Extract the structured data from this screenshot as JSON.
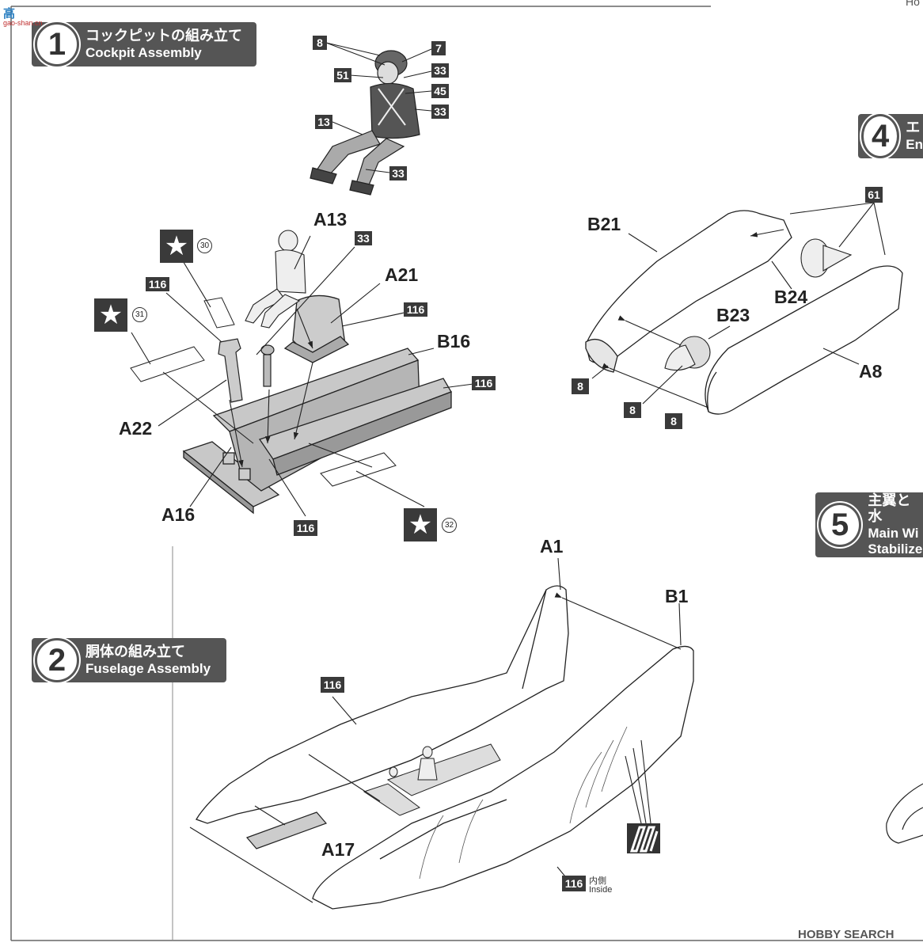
{
  "steps": [
    {
      "num": "1",
      "jp": "コックピットの組み立て",
      "en": "Cockpit Assembly"
    },
    {
      "num": "2",
      "jp": "胴体の組み立て",
      "en": "Fuselage Assembly"
    },
    {
      "num": "4",
      "jp": "エ",
      "en": "En"
    },
    {
      "num": "5",
      "jp": "主翼と水",
      "en": "Main Wi",
      "en2": "Stabilize"
    }
  ],
  "parts": {
    "a13": "A13",
    "a21": "A21",
    "b16": "B16",
    "a22": "A22",
    "a16": "A16",
    "a1": "A1",
    "b1": "B1",
    "a17": "A17",
    "b21": "B21",
    "b23": "B23",
    "b24": "B24",
    "a8": "A8"
  },
  "paint_codes": {
    "p8": "8",
    "p7": "7",
    "p51": "51",
    "p33a": "33",
    "p45": "45",
    "p33b": "33",
    "p13": "13",
    "p33c": "33",
    "p33d": "33",
    "p116a": "116",
    "p116b": "116",
    "p116c": "116",
    "p116d": "116",
    "p116e": "116",
    "p116f": "116",
    "p61": "61",
    "p8a": "8",
    "p8b": "8",
    "p8c": "8"
  },
  "decals": {
    "d30": "30",
    "d31": "31",
    "d32": "32"
  },
  "inside": {
    "jp": "内側",
    "en": "Inside"
  },
  "header_corner": "Ho",
  "logos": {
    "top": "高",
    "top_sub": "gao-shan.cn",
    "bottom": "HOBBY SEARCH"
  }
}
